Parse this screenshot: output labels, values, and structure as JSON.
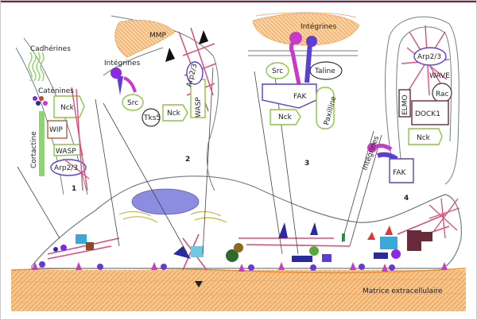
{
  "panels": {
    "p1": {
      "number": "1",
      "labels": {
        "cadherines": "Cadhérines",
        "catenines": "Caténines",
        "nck": "Nck",
        "wip": "WIP",
        "wasp": "WASP",
        "arp": "Arp2/3",
        "cortactine": "Cortactine"
      }
    },
    "p2": {
      "number": "2",
      "labels": {
        "mmp": "MMP",
        "integrines": "Intégrines",
        "src": "Src",
        "tks5": "Tks5",
        "nck": "Nck",
        "wasp": "WASP",
        "arp": "Arp2/3"
      }
    },
    "p3": {
      "number": "3",
      "labels": {
        "integrines": "Intégrines",
        "src": "Src",
        "taline": "Taline",
        "fak": "FAK",
        "nck": "Nck",
        "paxilline": "Paxilline"
      }
    },
    "p4": {
      "number": "4",
      "labels": {
        "arp": "Arp2/3",
        "wave": "WAVE",
        "elmo": "ELMO",
        "rac": "Rac",
        "dock": "DOCK1",
        "integrines": "Intégrines",
        "nck": "Nck",
        "fak": "FAK"
      }
    }
  },
  "matrix_label": "Matrice extracellulaire",
  "colors": {
    "frame_accent": "#8b1a3a",
    "matrix": "#f2a654",
    "actin": "#d9507a",
    "integrin": "#8a2be2",
    "nck_green": "#8cc63f",
    "fak_blue": "#5a3fd0",
    "membrane": "#6f7f86",
    "nucleus": "#8c8ce0"
  }
}
